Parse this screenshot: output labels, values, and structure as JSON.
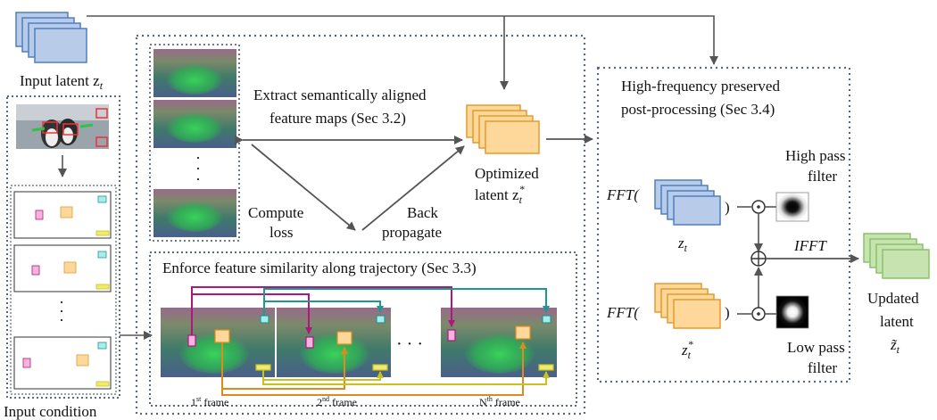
{
  "labels": {
    "input_latent": "Input latent z",
    "input_latent_sub": "t",
    "input_condition": "Input condition",
    "extract_line1": "Extract semantically aligned",
    "extract_line2": "feature maps  (Sec 3.2)",
    "compute_line1": "Compute",
    "compute_line2": "loss",
    "back_line1": "Back",
    "back_line2": "propagate",
    "optimized_line1": "Optimized",
    "optimized_line2": "latent z",
    "optimized_sub": "t",
    "optimized_sup": "*",
    "enforce": "Enforce feature similarity along trajectory (Sec 3.3)",
    "frame1": "1",
    "frame1_sup": "st",
    "frame1_suffix": " frame",
    "frame2": "2",
    "frame2_sup": "nd",
    "frame2_suffix": " frame",
    "frameN": "N",
    "frameN_sup": "th",
    "frameN_suffix": "  frame",
    "dots_vertical": "·",
    "dots_horizontal": "· · ·",
    "hf_line1": "High-frequency preserved",
    "hf_line2": "post-processing (Sec 3.4)",
    "high_pass_line1": "High pass",
    "high_pass_line2": "filter",
    "low_pass_line1": "Low pass",
    "low_pass_line2": "filter",
    "fft_top": "FFT(",
    "fft_bottom": "FFT(",
    "close_paren": ")",
    "ifft": "IFFT",
    "z_t": "z",
    "z_t_sub": "t",
    "z_star": "z",
    "z_star_sub": "t",
    "z_star_sup": "*",
    "updated_line1": "Updated",
    "updated_line2": "latent",
    "updated_z": "z̃",
    "updated_sub": "t"
  },
  "colors": {
    "blue_fill": "#b8cbe8",
    "blue_stroke": "#4f7fc0",
    "orange_fill": "#fdd89a",
    "orange_stroke": "#e59a2c",
    "green_fill": "#c6e3b0",
    "green_stroke": "#8bc16a",
    "magenta": "#b0177e",
    "teal": "#1a9a93",
    "orange_line": "#e08a1c",
    "yellow_line": "#d4cc2a",
    "dotted_border": "#5a6a7a"
  }
}
